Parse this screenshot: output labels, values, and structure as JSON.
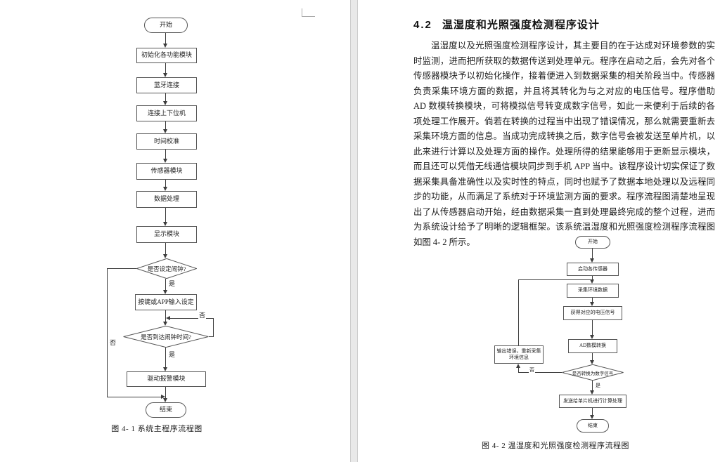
{
  "pages": {
    "left": {
      "flowchart": {
        "nodes": {
          "start": "开始",
          "init": "初始化各功能模块",
          "bluetooth": "蓝牙连接",
          "connect": "连接上下位机",
          "timecal": "时间校准",
          "sensor": "传感器模块",
          "dataproc": "数据处理",
          "display": "显示模块",
          "q_alarm_set": "是否设定闹钟?",
          "input_set": "按键或APP输入设定",
          "q_alarm_time": "是否到达闹钟时间?",
          "alarm": "驱动报警模块",
          "end": "结束"
        },
        "labels": {
          "yes1": "是",
          "no1": "否",
          "yes2": "是",
          "no2": "否"
        },
        "caption": "图 4- 1 系统主程序流程图"
      }
    },
    "right": {
      "heading": {
        "number": "4.2",
        "title": "温湿度和光照强度检测程序设计"
      },
      "body": "温湿度以及光照强度检测程序设计，其主要目的在于达成对环境参数的实时监测，进而把所获取的数据传送到处理单元。程序在启动之后，会先对各个传感器模块予以初始化操作，接着便进入到数据采集的相关阶段当中。传感器负责采集环境方面的数据，并且将其转化为与之对应的电压信号。程序借助 AD 数模转换模块，可将模拟信号转变成数字信号，如此一来便利于后续的各项处理工作展开。倘若在转换的过程当中出现了错误情况，那么就需要重新去采集环境方面的信息。当成功完成转换之后，数字信号会被发送至单片机，以此来进行计算以及处理方面的操作。处理所得的结果能够用于更新显示模块，而且还可以凭借无线通信模块同步到手机 APP 当中。该程序设计切实保证了数据采集具备准确性以及实时性的特点，同时也赋予了数据本地处理以及远程同步的功能，从而满足了系统对于环境监测方面的要求。程序流程图清楚地呈现出了从传感器启动开始，经由数据采集一直到处理最终完成的整个过程，进而为系统设计给予了明晰的逻辑框架。该系统温湿度和光照强度检测程序流程图如图 4- 2 所示。",
      "flowchart": {
        "nodes": {
          "start": "开始",
          "start_sensors": "启动各传感器",
          "collect": "采集环境数据",
          "voltage": "获得对应的电压信号",
          "ad_convert": "AD数模转换",
          "q_digital": "是否转换为数字信号",
          "err1": "输出错误，重新采集",
          "err2": "环境信息",
          "send_mcu": "发送给单片机进行计算处理",
          "end": "结束"
        },
        "labels": {
          "yes": "是",
          "no": "否"
        },
        "caption": "图 4- 2 温湿度和光照强度检测程序流程图"
      }
    }
  }
}
